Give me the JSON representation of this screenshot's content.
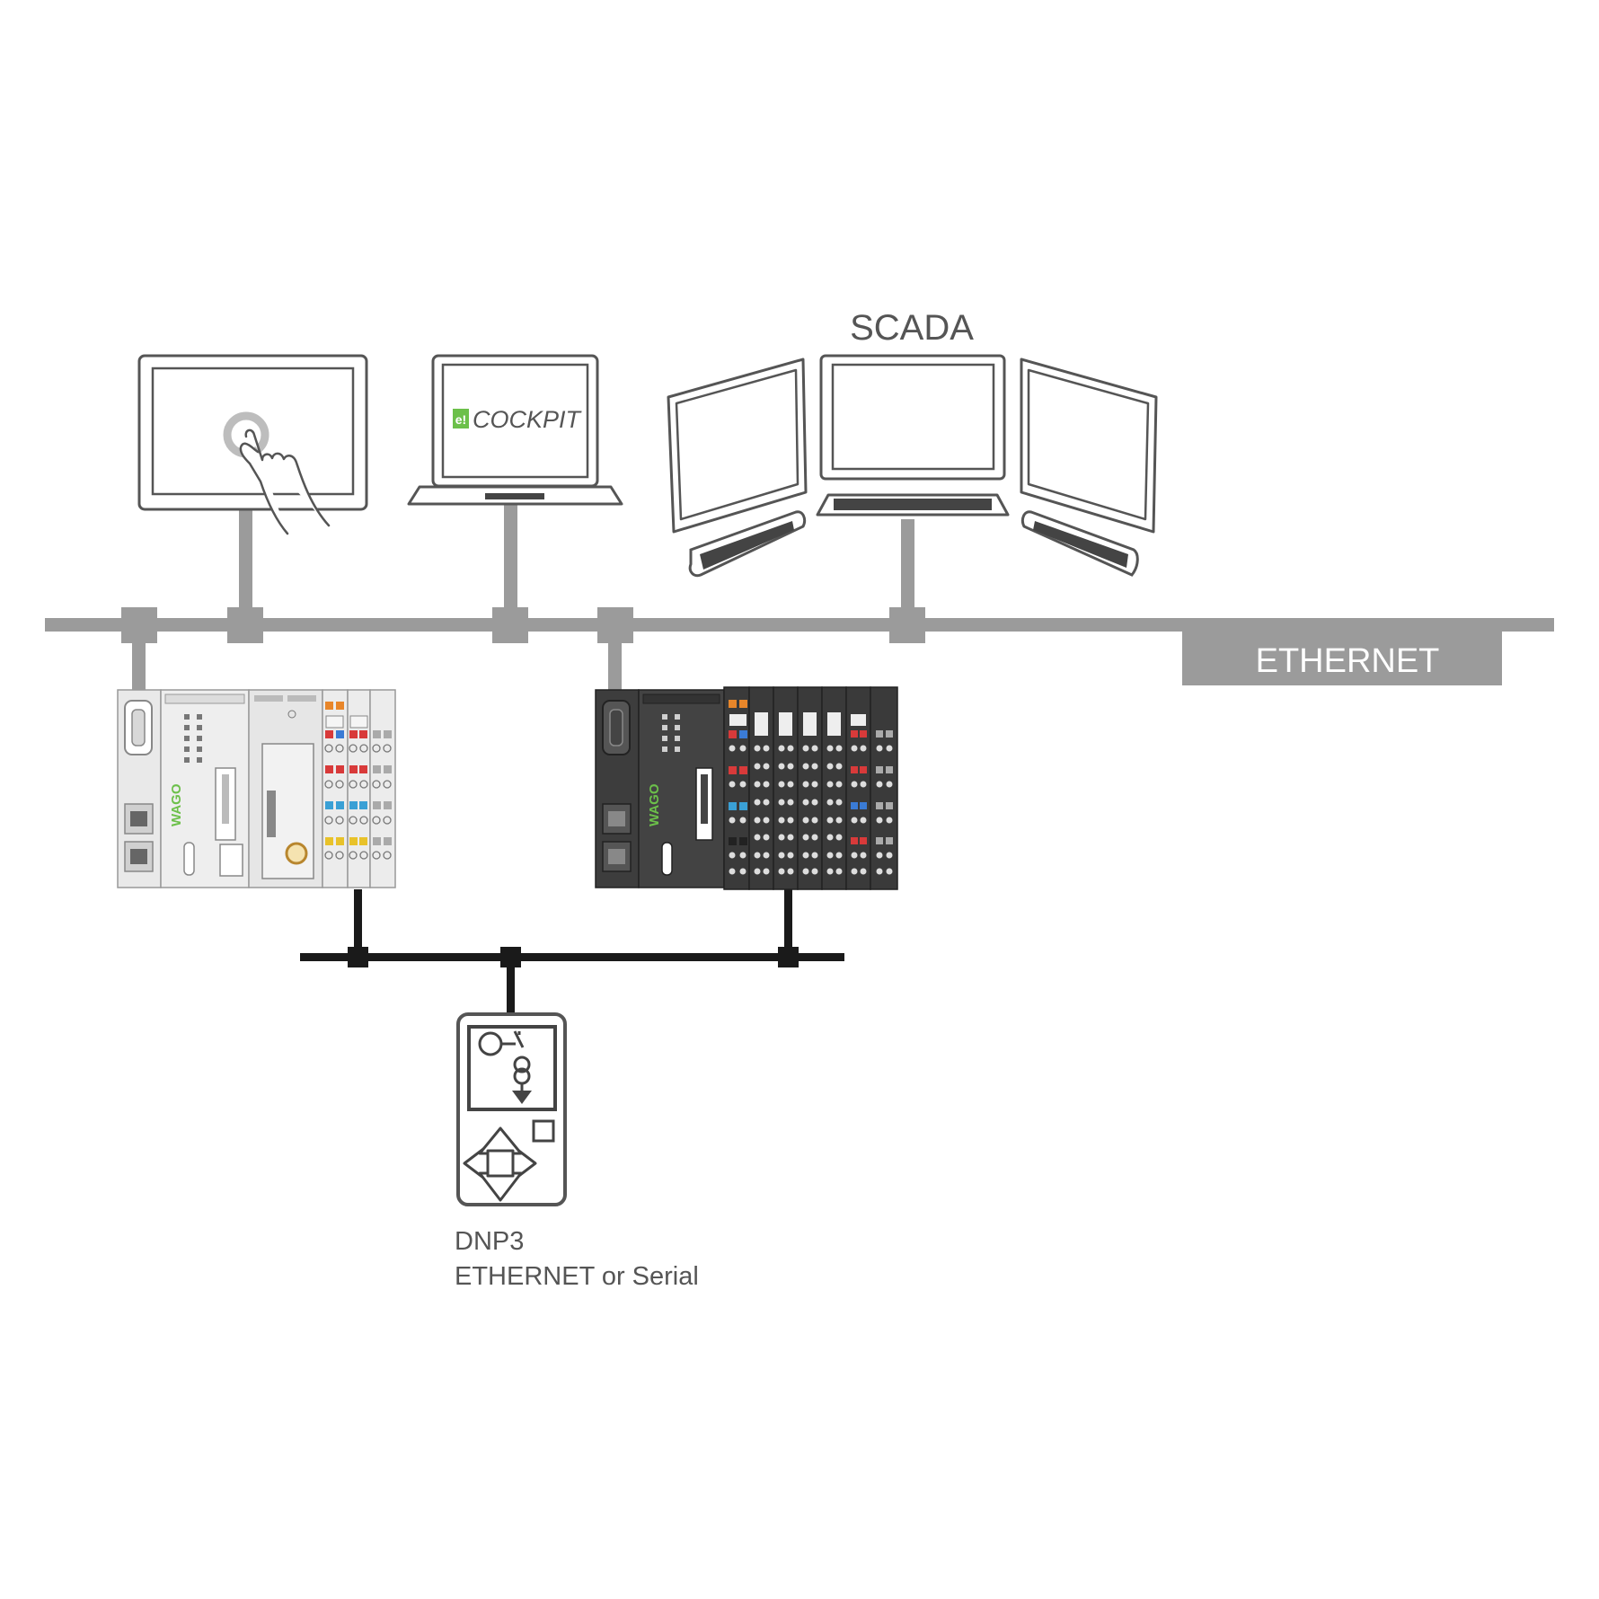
{
  "diagram": {
    "title": "",
    "scada_label": "SCADA",
    "cockpit_logo_letter": "e!",
    "cockpit_label": "COCKPIT",
    "controller_brand": "WAGO",
    "ethernet_label": "ETHERNET",
    "dnp3_label": "DNP3",
    "dnp3_sublabel": "ETHERNET or Serial"
  },
  "colors": {
    "ethernet_bus": "#9b9b9b",
    "field_bus": "#1a1a1a",
    "wago_green": "#6cc04a",
    "light_controller": "#e9e9e9",
    "dark_controller": "#3d3d3d",
    "label_text": "#555555"
  }
}
